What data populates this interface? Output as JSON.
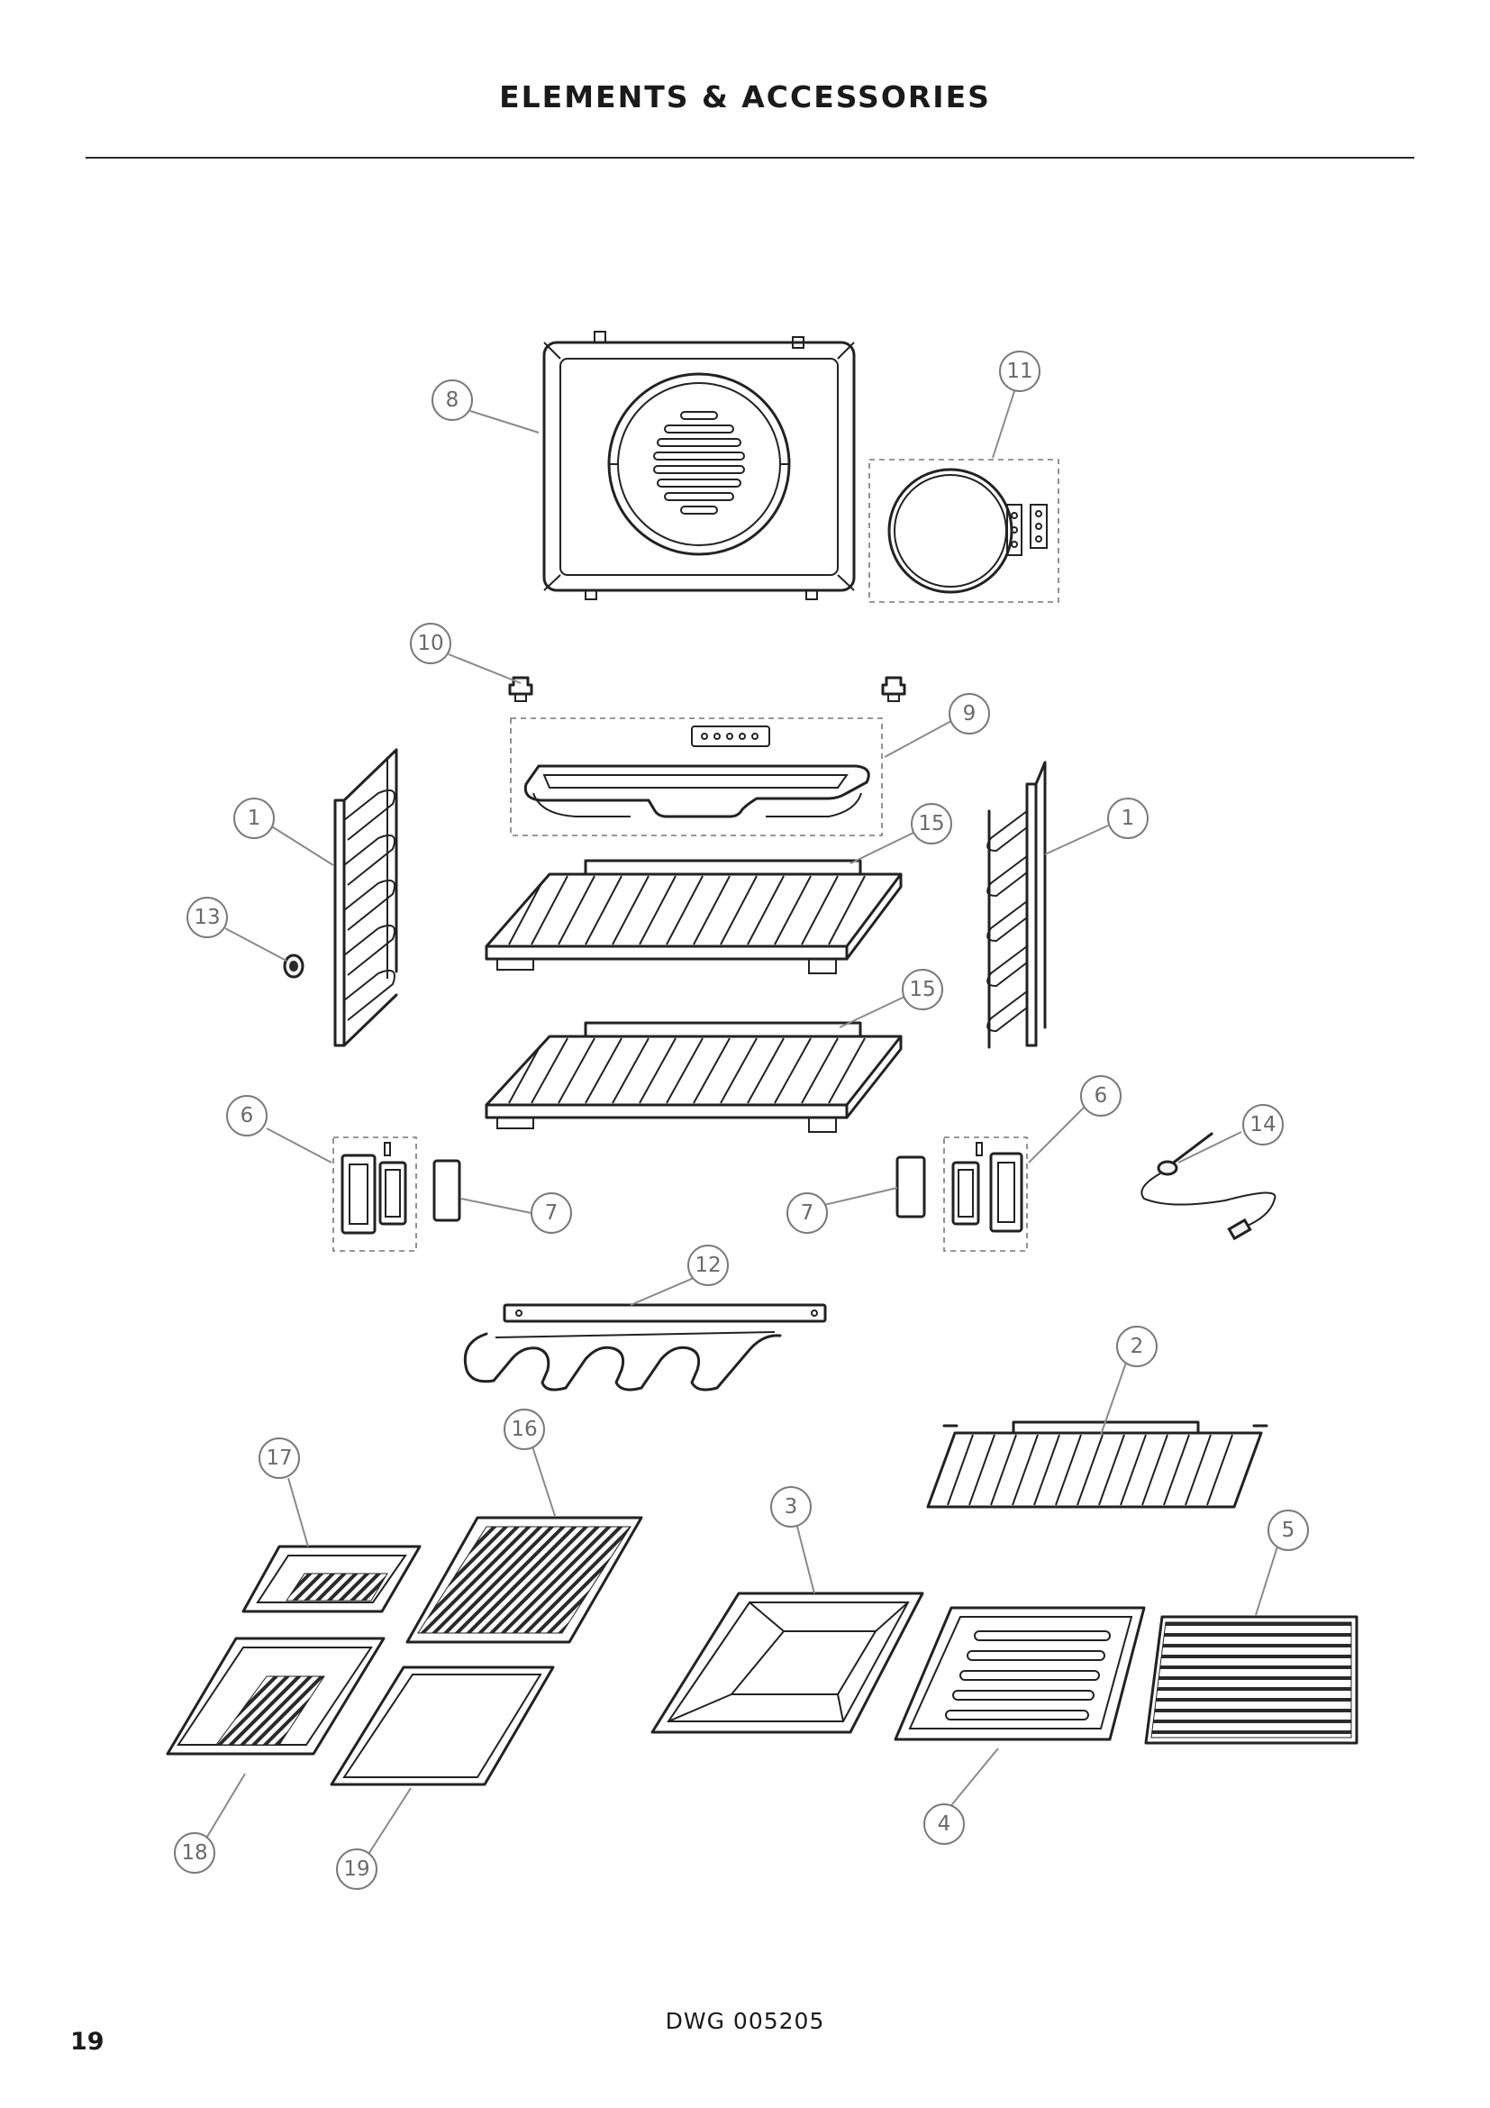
{
  "header": {
    "title": "ELEMENTS & ACCESSORIES"
  },
  "footer": {
    "drawing_number": "DWG 005205",
    "page_number": "19"
  },
  "callouts": [
    "1",
    "1",
    "2",
    "3",
    "4",
    "5",
    "6",
    "6",
    "7",
    "7",
    "8",
    "9",
    "10",
    "11",
    "12",
    "13",
    "14",
    "15",
    "15",
    "16",
    "17",
    "18",
    "19"
  ]
}
